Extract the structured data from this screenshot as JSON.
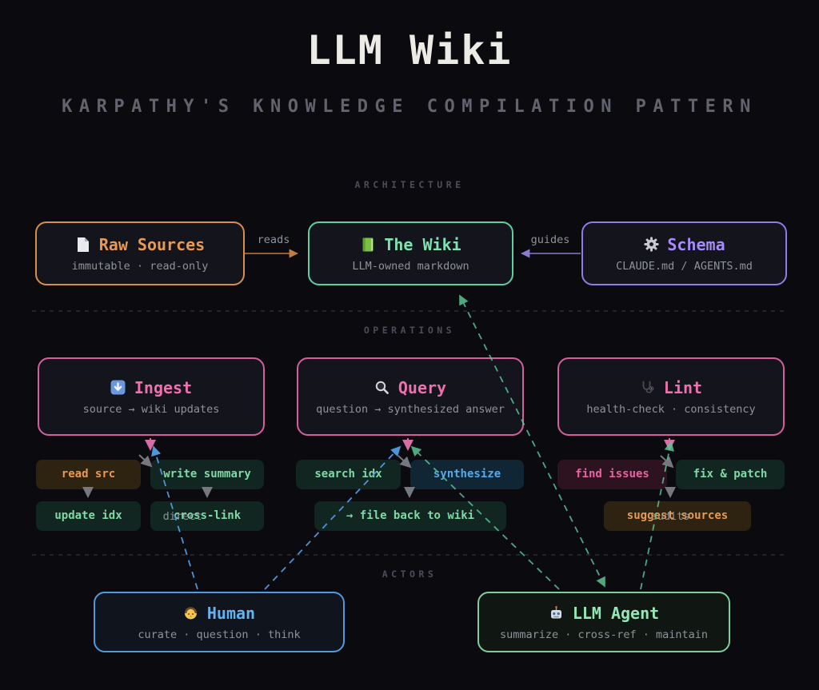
{
  "header": {
    "title": "LLM Wiki",
    "subtitle": "KARPATHY'S KNOWLEDGE COMPILATION PATTERN"
  },
  "section_labels": {
    "architecture": "ARCHITECTURE",
    "operations": "OPERATIONS",
    "actors": "ACTORS"
  },
  "nodes": {
    "raw_sources": {
      "title": "Raw Sources",
      "subtitle": "immutable · read-only",
      "accent": "#e89a55",
      "icon": "file-icon"
    },
    "the_wiki": {
      "title": "The Wiki",
      "subtitle": "LLM-owned markdown",
      "accent": "#7ce3b1",
      "icon": "book-icon"
    },
    "schema": {
      "title": "Schema",
      "subtitle": "CLAUDE.md / AGENTS.md",
      "accent": "#a78bfa",
      "icon": "gear-icon"
    },
    "ingest": {
      "title": "Ingest",
      "subtitle": "source → wiki updates",
      "accent": "#f16fae",
      "icon": "download-icon"
    },
    "query": {
      "title": "Query",
      "subtitle": "question → synthesized answer",
      "accent": "#f16fae",
      "icon": "magnifier-icon"
    },
    "lint": {
      "title": "Lint",
      "subtitle": "health-check · consistency",
      "accent": "#f16fae",
      "icon": "stethoscope-icon"
    },
    "human": {
      "title": "Human",
      "subtitle": "curate · question · think",
      "accent": "#64b2f2",
      "icon": "person-icon"
    },
    "llm_agent": {
      "title": "LLM Agent",
      "subtitle": "summarize · cross-ref · maintain",
      "accent": "#93e6b5",
      "icon": "robot-icon"
    }
  },
  "edge_labels": {
    "reads": "reads",
    "guides": "guides",
    "direct": "direct",
    "audits": "audits"
  },
  "chips": {
    "read_src": {
      "label": "read src",
      "color": "#e89a4f"
    },
    "write_summary": {
      "label": "write summary",
      "color": "#7fd9a6"
    },
    "update_idx": {
      "label": "update idx",
      "color": "#7fd9a6"
    },
    "cross_link": {
      "label": "cross-link",
      "color": "#7fd9a6"
    },
    "search_idx": {
      "label": "search idx",
      "color": "#7fd9a6"
    },
    "synthesize": {
      "label": "synthesize",
      "color": "#55a9e8"
    },
    "file_back": {
      "label": "→ file back to wiki",
      "color": "#7fd9a6"
    },
    "find_issues": {
      "label": "find issues",
      "color": "#e8639f"
    },
    "fix_patch": {
      "label": "fix & patch",
      "color": "#7fd9a6"
    },
    "suggest_sources": {
      "label": "suggest sources",
      "color": "#e89a4f"
    }
  },
  "palette": {
    "background": "#0a0a0f",
    "box_fill": "#14141c",
    "orange": "#d98e4e",
    "wiki_green": "#5ecf9e",
    "purple": "#8f7ce8",
    "operation_pink": "#d45f9d",
    "human_blue": "#4e9ae0",
    "agent_green": "#7ccf9d",
    "muted_text": "#8e929c",
    "section_text": "#4d4d58"
  }
}
